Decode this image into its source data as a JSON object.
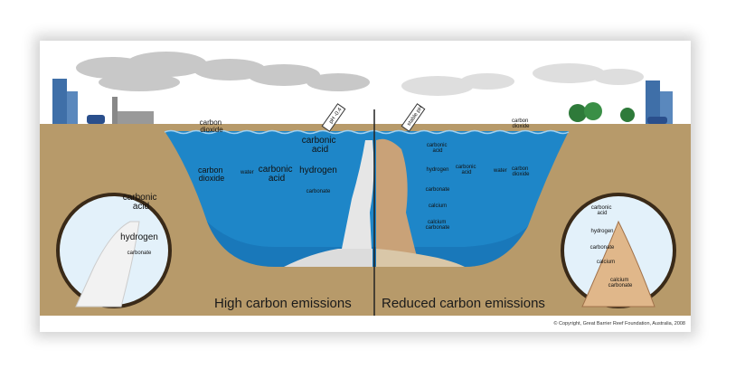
{
  "left": {
    "title": "High carbon emissions",
    "air_co2": "carbon\ndioxide",
    "water_co2": "carbon\ndioxide",
    "water": "water",
    "carbonic_acid_mid": "carbonic\nacid",
    "carbonic_acid_top": "carbonic\nacid",
    "hydrogen": "hydrogen",
    "carbonate": "carbonate",
    "ph_tag": "pH -0.4",
    "inset": {
      "carbonic_acid": "carbonic\nacid",
      "hydrogen": "hydrogen",
      "carbonate": "carbonate"
    }
  },
  "right": {
    "title": "Reduced carbon emissions",
    "air_co2": "carbon\ndioxide",
    "water_co2": "carbon\ndioxide",
    "water": "water",
    "carbonic_acid": "carbonic\nacid",
    "carbonic_acid_top": "carbonic\nacid",
    "hydrogen": "hydrogen",
    "carbonate": "carbonate",
    "calcium": "calcium",
    "calcium_carbonate": "calcium\ncarbonate",
    "ph_tag": "stable pH",
    "inset": {
      "carbonic_acid": "carbonic\nacid",
      "hydrogen": "hydrogen",
      "carbonate": "carbonate",
      "calcium": "calcium",
      "calcium_carbonate": "calcium\ncarbonate"
    }
  },
  "copyright": "© Copyright, Great Barrier Reef Foundation, Australia, 2008",
  "colors": {
    "sky": "#ffffff",
    "water": "#1e86c8",
    "water_deep": "#0f5f9e",
    "sediment": "#b79a6a",
    "sediment_dark": "#a4865a",
    "cloud": "#c8c8c8",
    "bubble": "#c9d4de",
    "coral_white": "#eeeeee",
    "coral_healthy": "#c9a278"
  }
}
